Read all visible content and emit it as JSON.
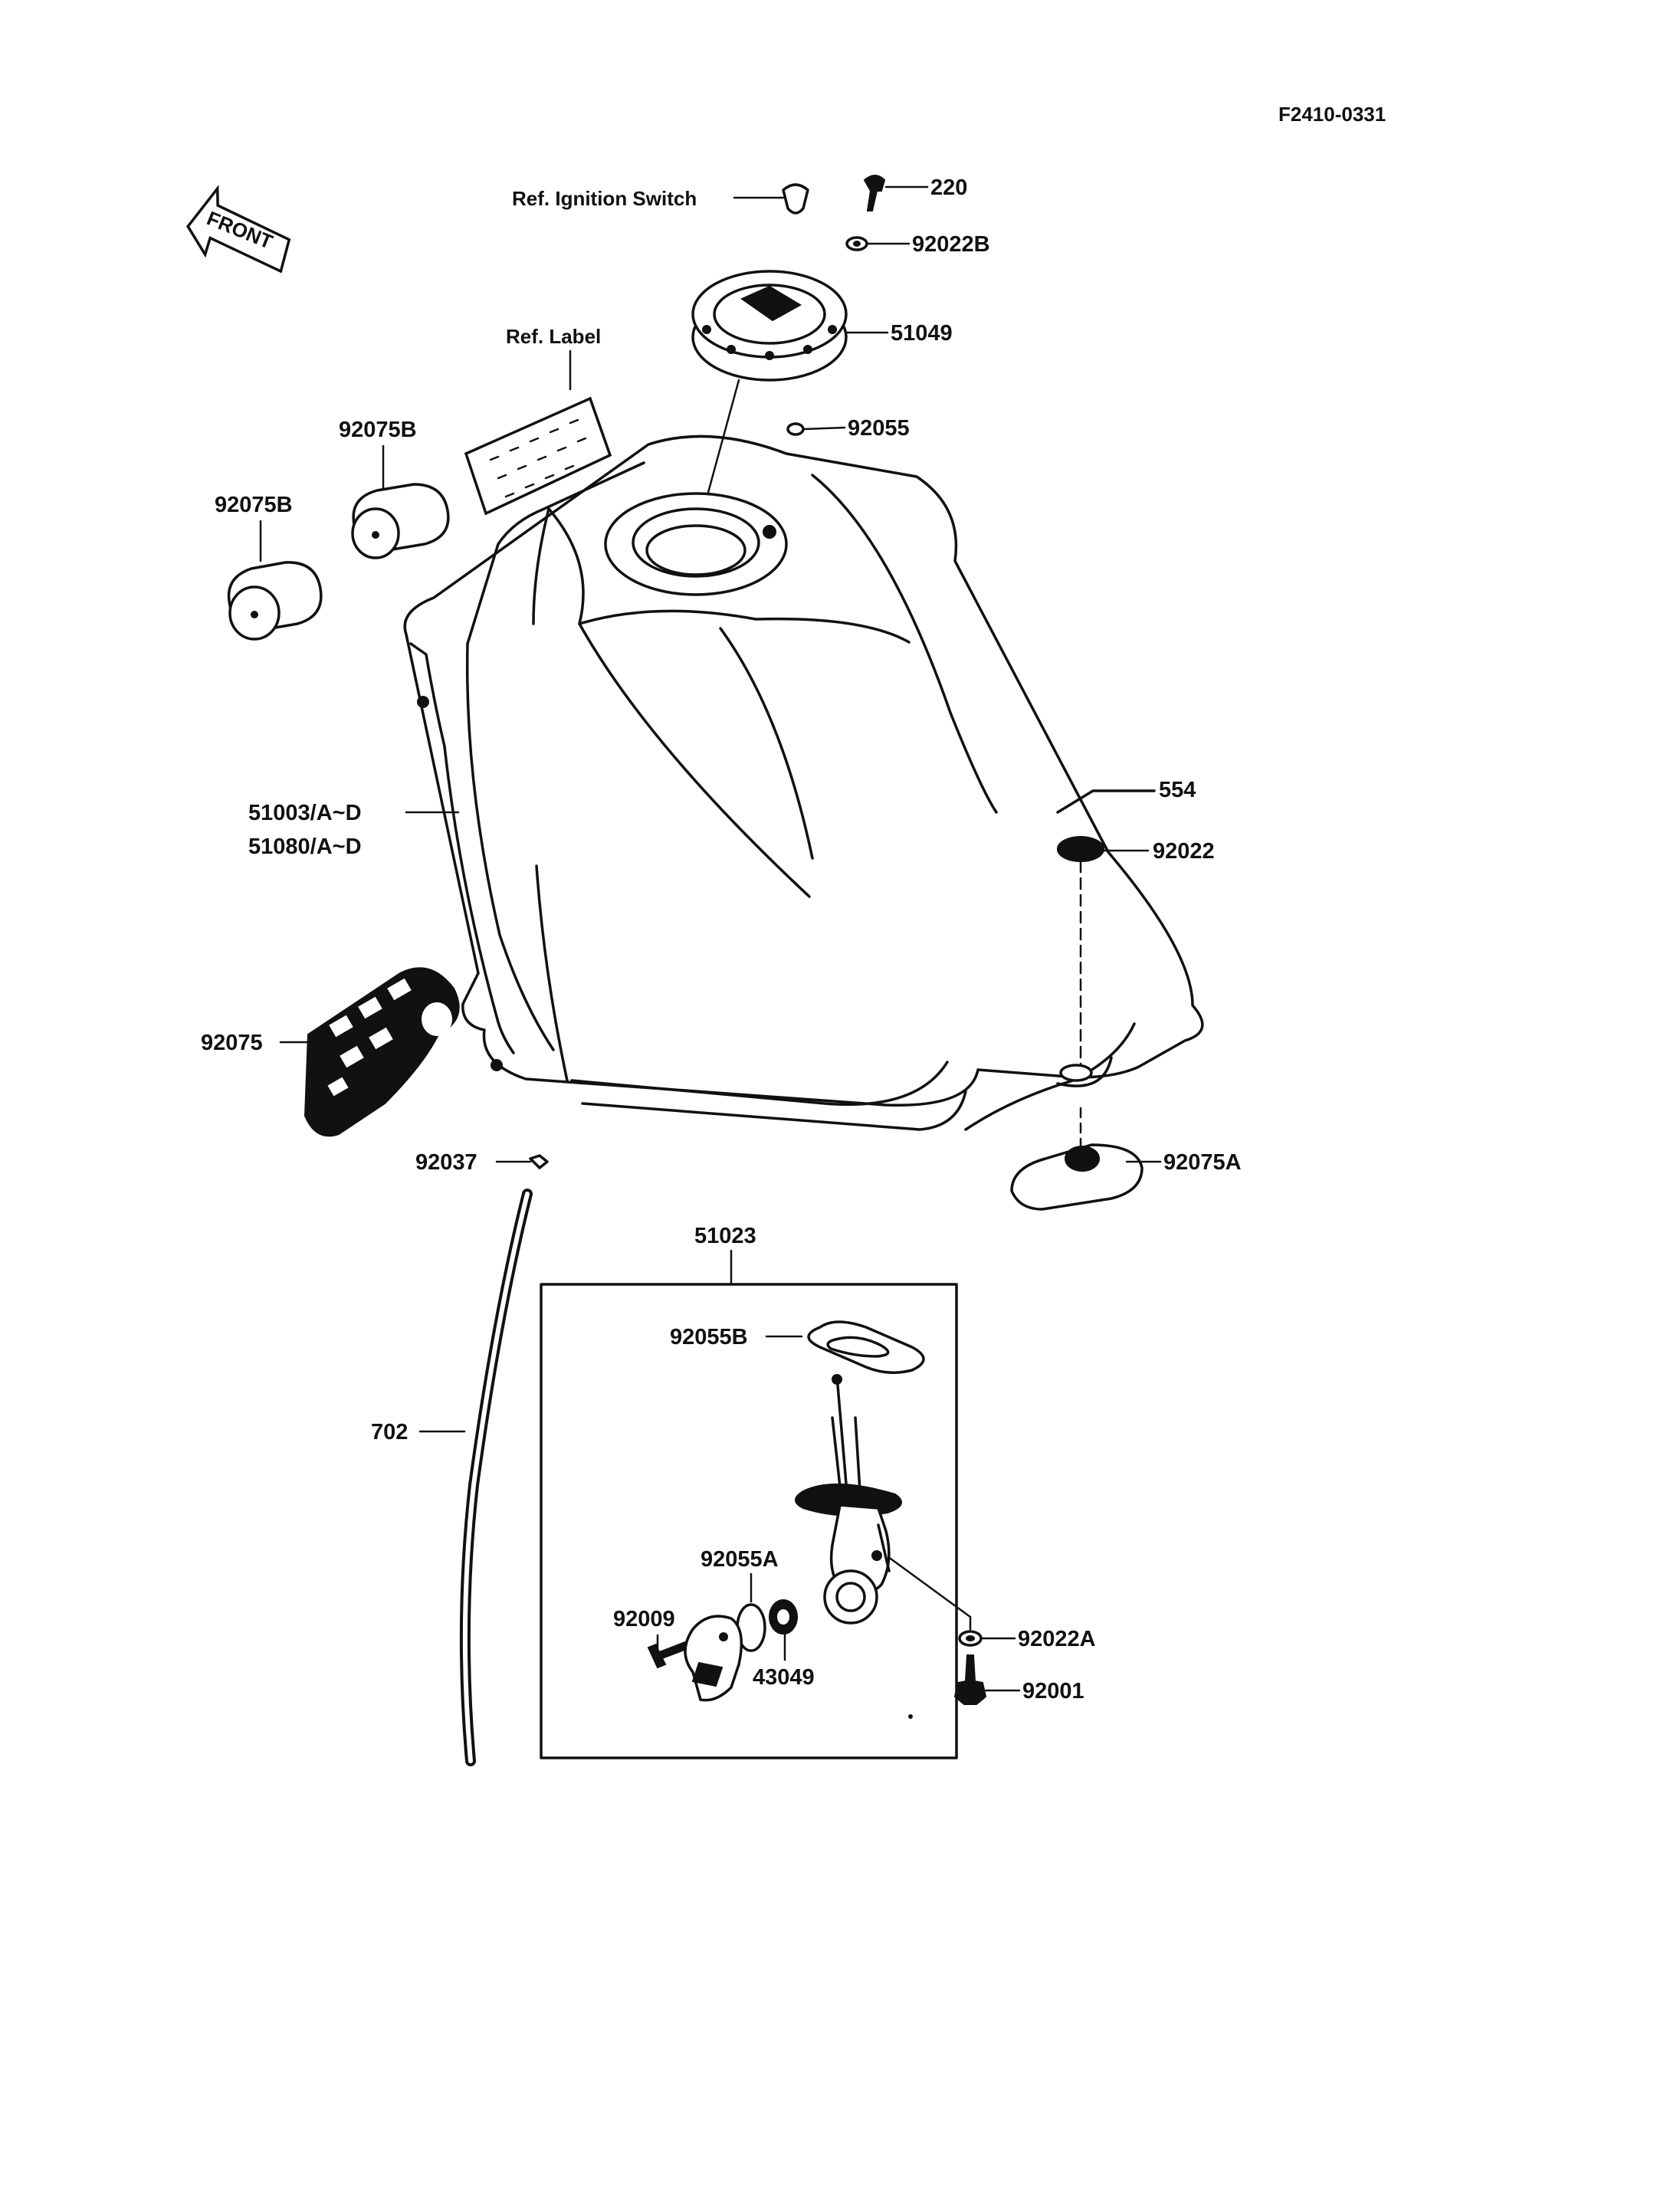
{
  "drawing_code": "F2410-0331",
  "front_label": "FRONT",
  "references": {
    "ignition_switch": "Ref. Ignition Switch",
    "label": "Ref. Label"
  },
  "parts": {
    "p220": "220",
    "p92022B": "92022B",
    "p51049": "51049",
    "p92055": "92055",
    "p92075B_a": "92075B",
    "p92075B_b": "92075B",
    "p51003": "51003/A~D",
    "p51080": "51080/A~D",
    "p554": "554",
    "p92022": "92022",
    "p92075": "92075",
    "p92075A": "92075A",
    "p92037": "92037",
    "p51023": "51023",
    "p92055B": "92055B",
    "p702": "702",
    "p92055A": "92055A",
    "p92009": "92009",
    "p43049": "43049",
    "p92022A": "92022A",
    "p92001": "92001"
  }
}
